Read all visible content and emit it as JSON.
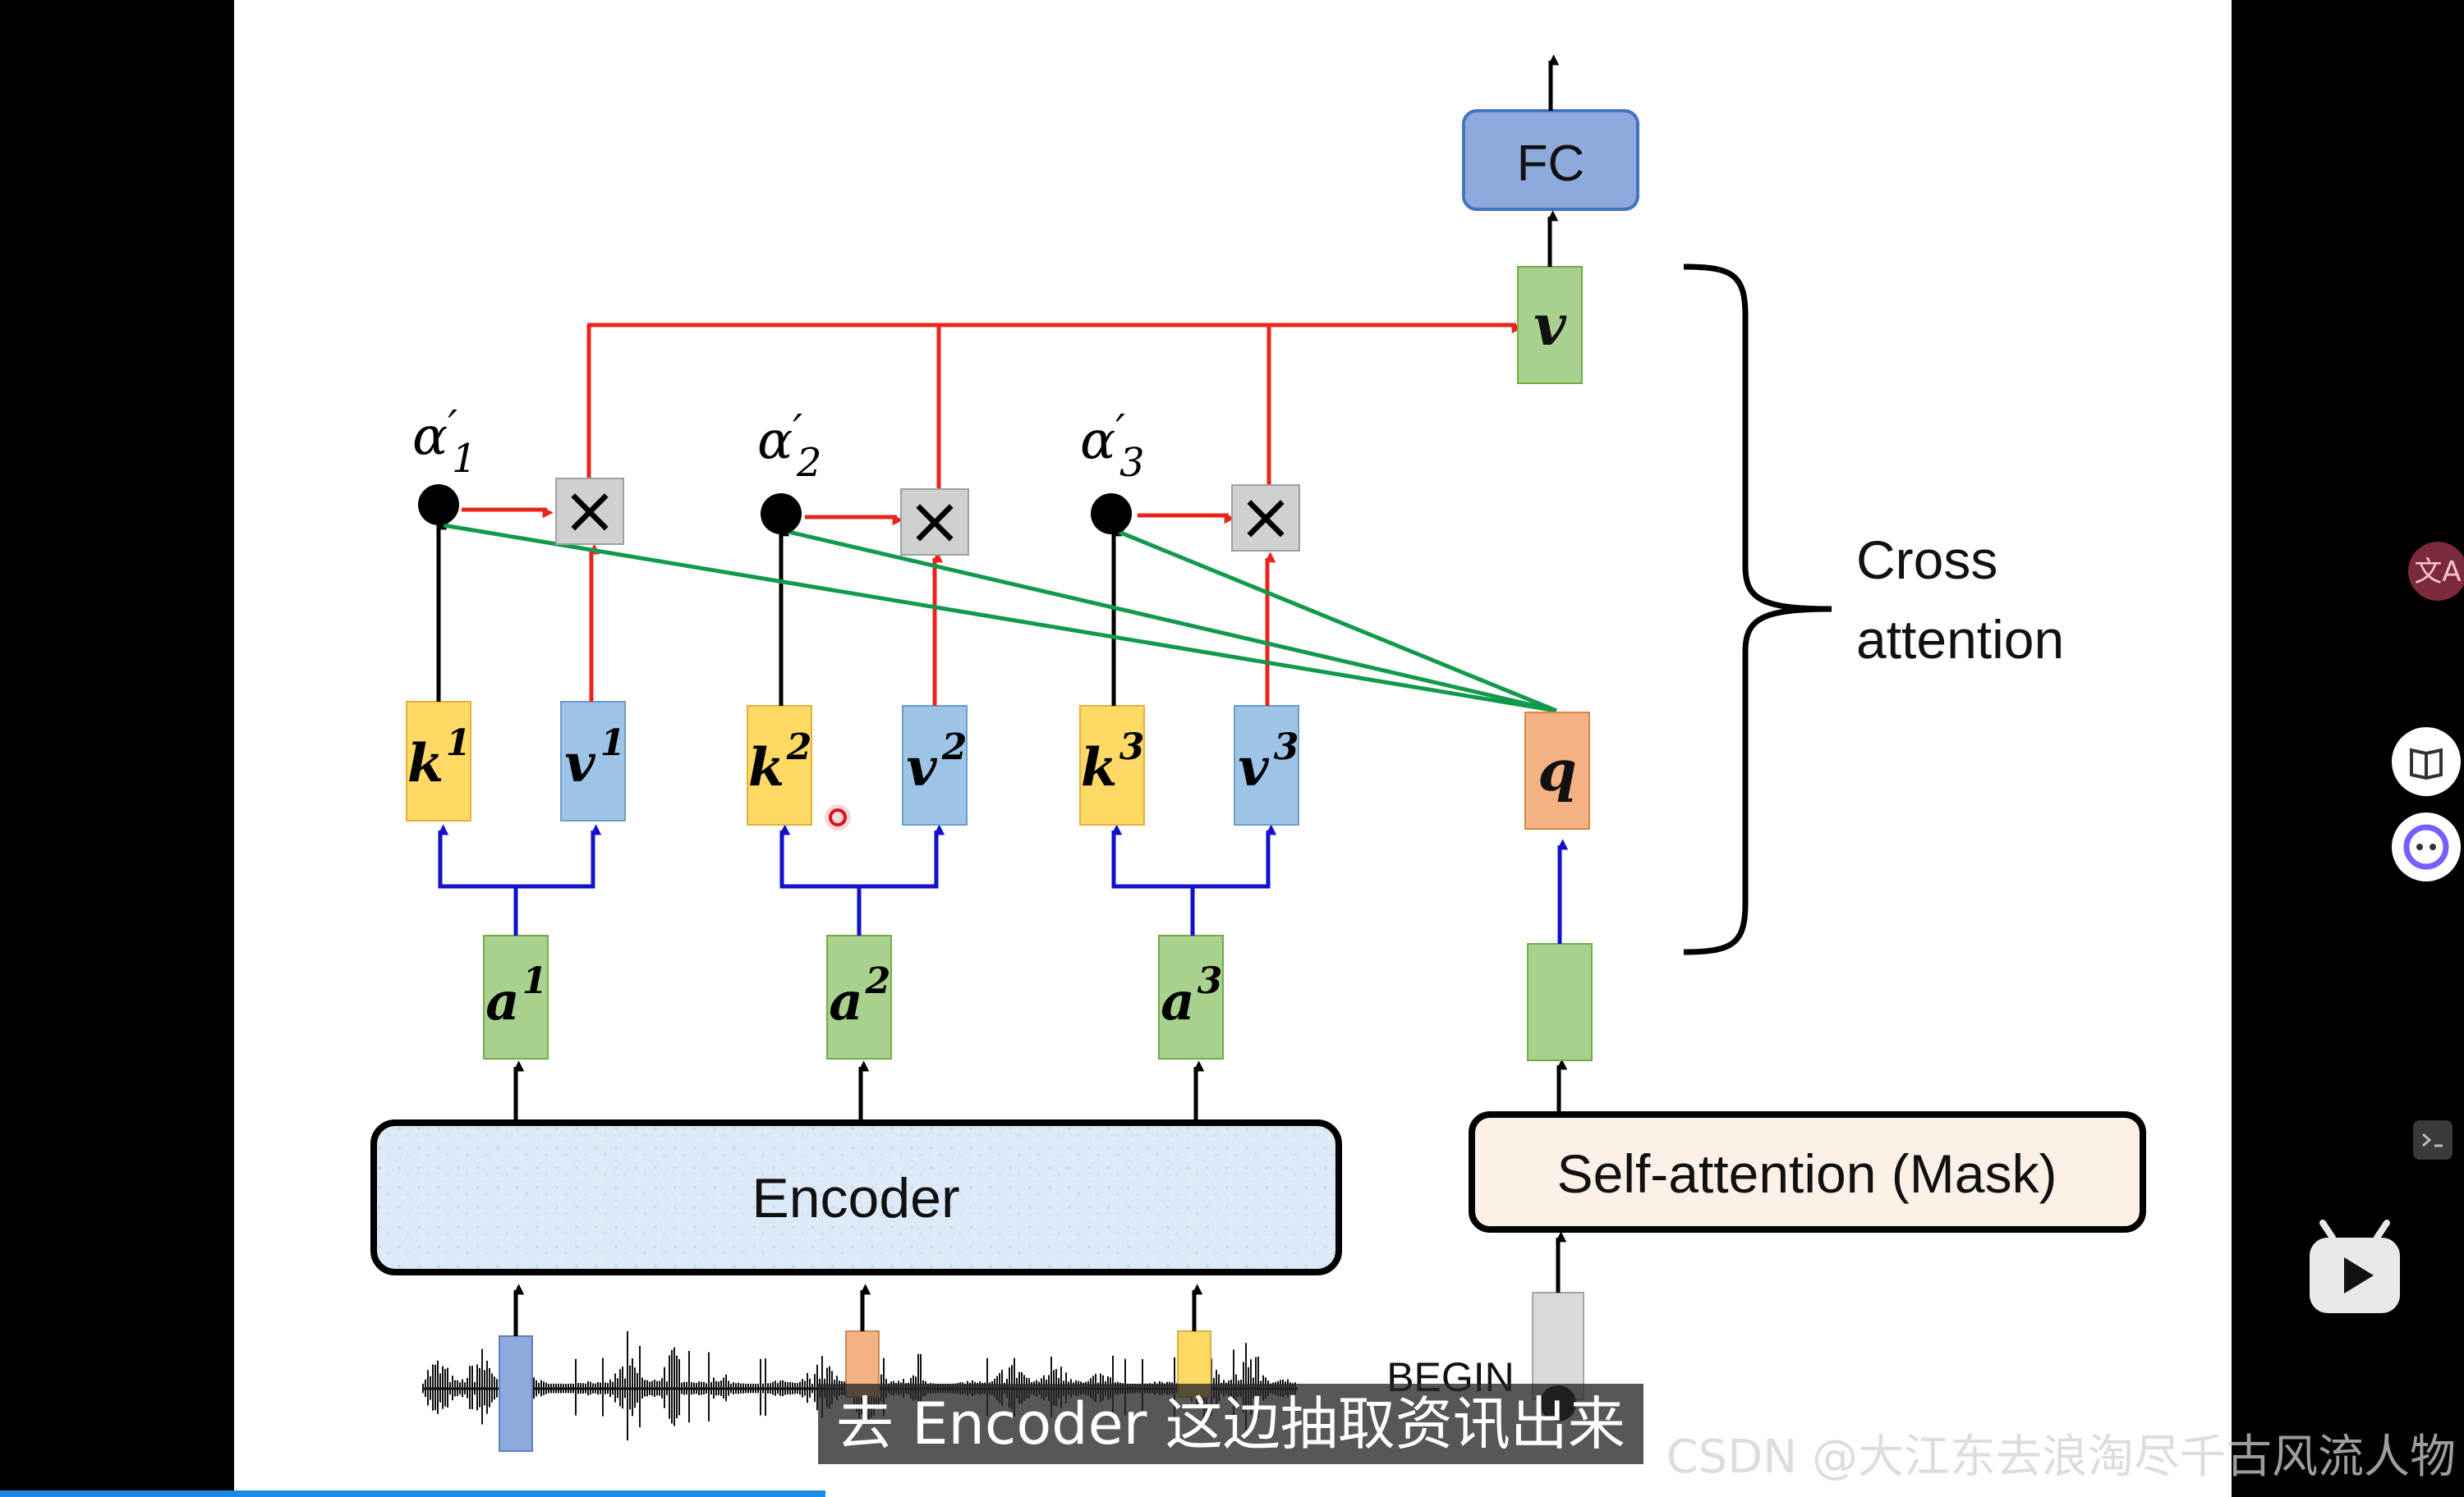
{
  "diagram": {
    "fc_label": "FC",
    "v_output": "v",
    "alphas": [
      {
        "base": "α",
        "prime": "′",
        "sub": "1"
      },
      {
        "base": "α",
        "prime": "′",
        "sub": "2"
      },
      {
        "base": "α",
        "prime": "′",
        "sub": "3"
      }
    ],
    "keys": [
      {
        "base": "k",
        "sup": "1"
      },
      {
        "base": "k",
        "sup": "2"
      },
      {
        "base": "k",
        "sup": "3"
      }
    ],
    "values": [
      {
        "base": "v",
        "sup": "1"
      },
      {
        "base": "v",
        "sup": "2"
      },
      {
        "base": "v",
        "sup": "3"
      }
    ],
    "encoder_outputs": [
      {
        "base": "a",
        "sup": "1"
      },
      {
        "base": "a",
        "sup": "2"
      },
      {
        "base": "a",
        "sup": "3"
      }
    ],
    "multiply_symbol": "×",
    "query": "q",
    "encoder_label": "Encoder",
    "self_attention_label": "Self-attention (Mask)",
    "begin_label": "BEGIN",
    "cross_attention_line1": "Cross",
    "cross_attention_line2": "attention",
    "colors": {
      "key": "#FFD966",
      "value": "#9DC3E6",
      "encoder_out": "#A9D18E",
      "query": "#F4B183",
      "fc": "#8EA9DB",
      "red_arrow": "#E8251D",
      "green_arrow": "#119A4C",
      "blue_arrow": "#1111CC",
      "progress": "#1E88E5"
    }
  },
  "video_player": {
    "subtitle": "去 Encoder 这边抽取资讯出来",
    "watermark": "CSDN @大江东去浪淘尽千古风流人物",
    "progress_fraction": 0.335,
    "side_icons": [
      "translate-icon",
      "book-icon",
      "assistant-icon",
      "chat-icon",
      "play-icon"
    ]
  }
}
